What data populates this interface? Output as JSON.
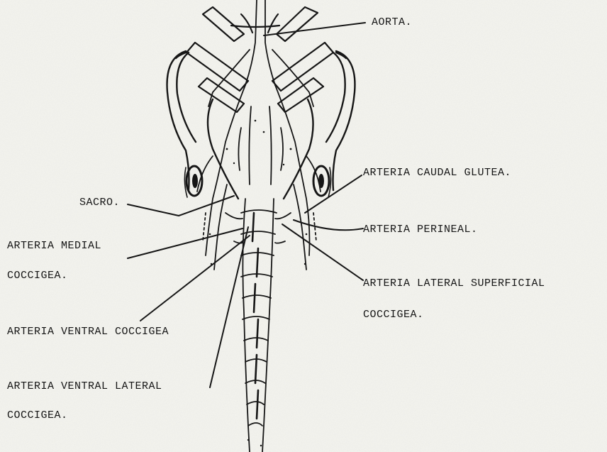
{
  "diagram": {
    "labels": {
      "aorta": "AORTA.",
      "caudal_glutea": "ARTERIA CAUDAL GLUTEA.",
      "sacro": "SACRO.",
      "perineal": "ARTERIA PERINEAL.",
      "medial_line1": "ARTERIA MEDIAL",
      "medial_line2": "COCCIGEA.",
      "lateral_sup_line1": "ARTERIA LATERAL SUPERFICIAL",
      "lateral_sup_line2": "COCCIGEA.",
      "ventral": "ARTERIA VENTRAL COCCIGEA",
      "ventral_lateral_line1": "ARTERIA VENTRAL LATERAL",
      "ventral_lateral_line2": "COCCIGEA."
    },
    "colors": {
      "paper": "#f6f6f1",
      "ink": "#161616"
    }
  }
}
